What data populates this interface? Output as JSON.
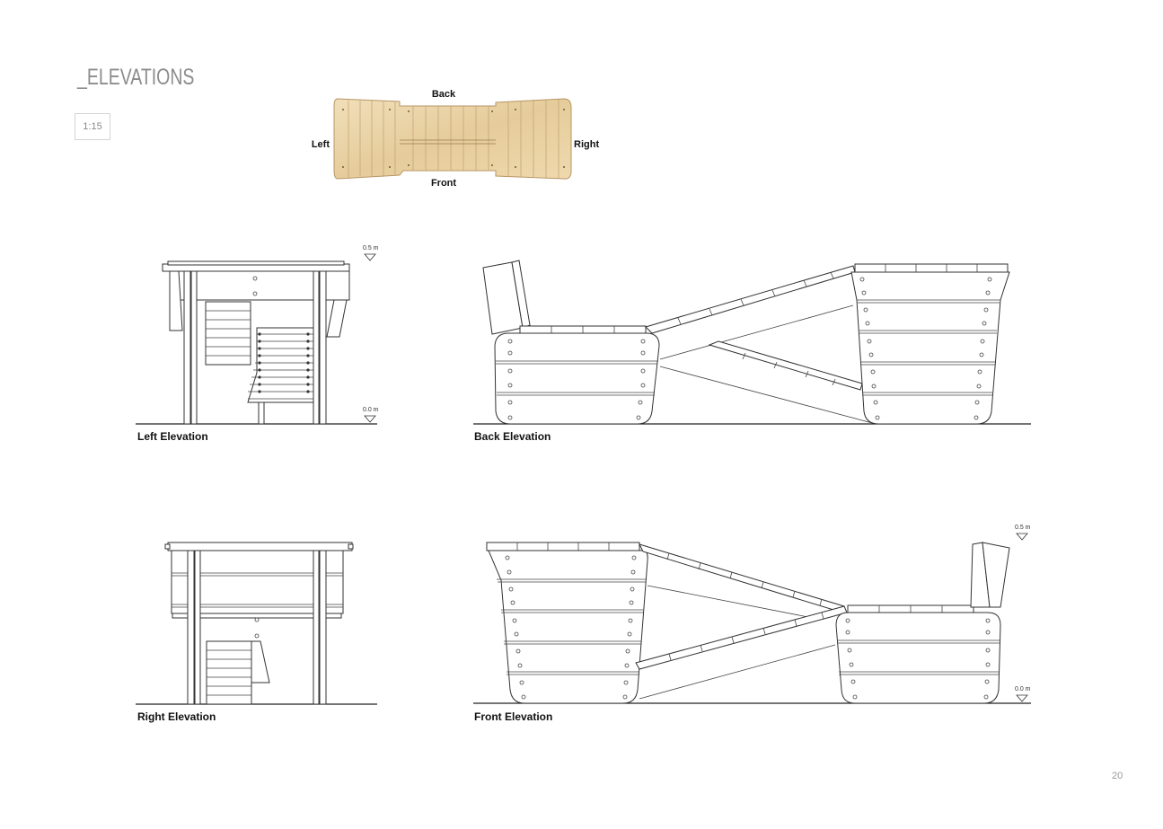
{
  "header": {
    "title": "_ELEVATIONS",
    "scale": "1:15"
  },
  "orientation": {
    "back": "Back",
    "front": "Front",
    "left": "Left",
    "right": "Right"
  },
  "levels": {
    "top": "0.5 m",
    "ground": "0.0 m"
  },
  "views": {
    "left": "Left Elevation",
    "back": "Back Elevation",
    "right": "Right Elevation",
    "front": "Front Elevation"
  },
  "footer": {
    "page_number": "20"
  },
  "colors": {
    "wood": "#e9d3a8",
    "wood_dark": "#c9a877",
    "line": "#333333"
  }
}
